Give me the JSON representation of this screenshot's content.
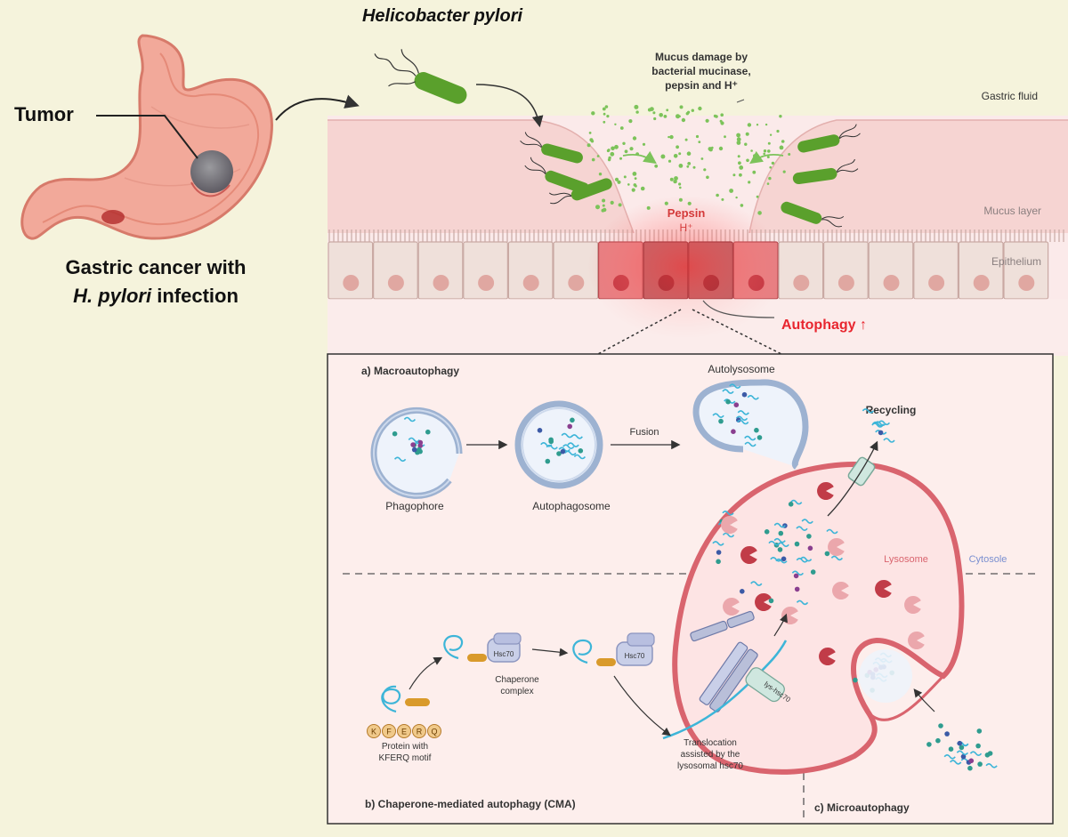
{
  "stomach": {
    "tumor_label": "Tumor",
    "caption_line1": "Gastric cancer with",
    "caption_italic": "H. pylori",
    "caption_line2_rest": " infection"
  },
  "top": {
    "bacterium_title": "Helicobacter pylori",
    "mucus_damage_lines": [
      "Mucus damage by",
      "bacterial mucinase,",
      "pepsin and H⁺"
    ],
    "gastric_fluid": "Gastric fluid",
    "mucus_layer": "Mucus layer",
    "epithelium": "Epithelium",
    "pepsin": "Pepsin",
    "hplus": "H⁺",
    "autophagy": "Autophagy ↑"
  },
  "panel": {
    "macro_title": "a) Macroautophagy",
    "autolysosome": "Autolysosome",
    "fusion": "Fusion",
    "recycling": "Recycling",
    "phagophore": "Phagophore",
    "autophagosome": "Autophagosome",
    "lysosome": "Lysosome",
    "cytosole": "Cytosole",
    "hsc70_1": "Hsc70",
    "hsc70_2": "Hsc70",
    "lys_hsc70": "lys-hsc70",
    "chaperone_lines": [
      "Chaperone",
      "complex"
    ],
    "protein_lines": [
      "Protein with",
      "KFERQ motif"
    ],
    "kferq_letters": [
      "K",
      "F",
      "E",
      "R",
      "Q"
    ],
    "translocation_lines": [
      "Translocation",
      "assisted by the",
      "lysosomal hsc70"
    ],
    "cma_title": "b) Chaperone-mediated autophagy (CMA)",
    "micro_title": "c) Microautophagy"
  },
  "colors": {
    "background": "#f5f3dc",
    "mucus": "#f6d7d4",
    "autophagy_red": "#e8262f",
    "bacteria_green": "#5aa02c",
    "lysosome_red": "#c94b55"
  }
}
